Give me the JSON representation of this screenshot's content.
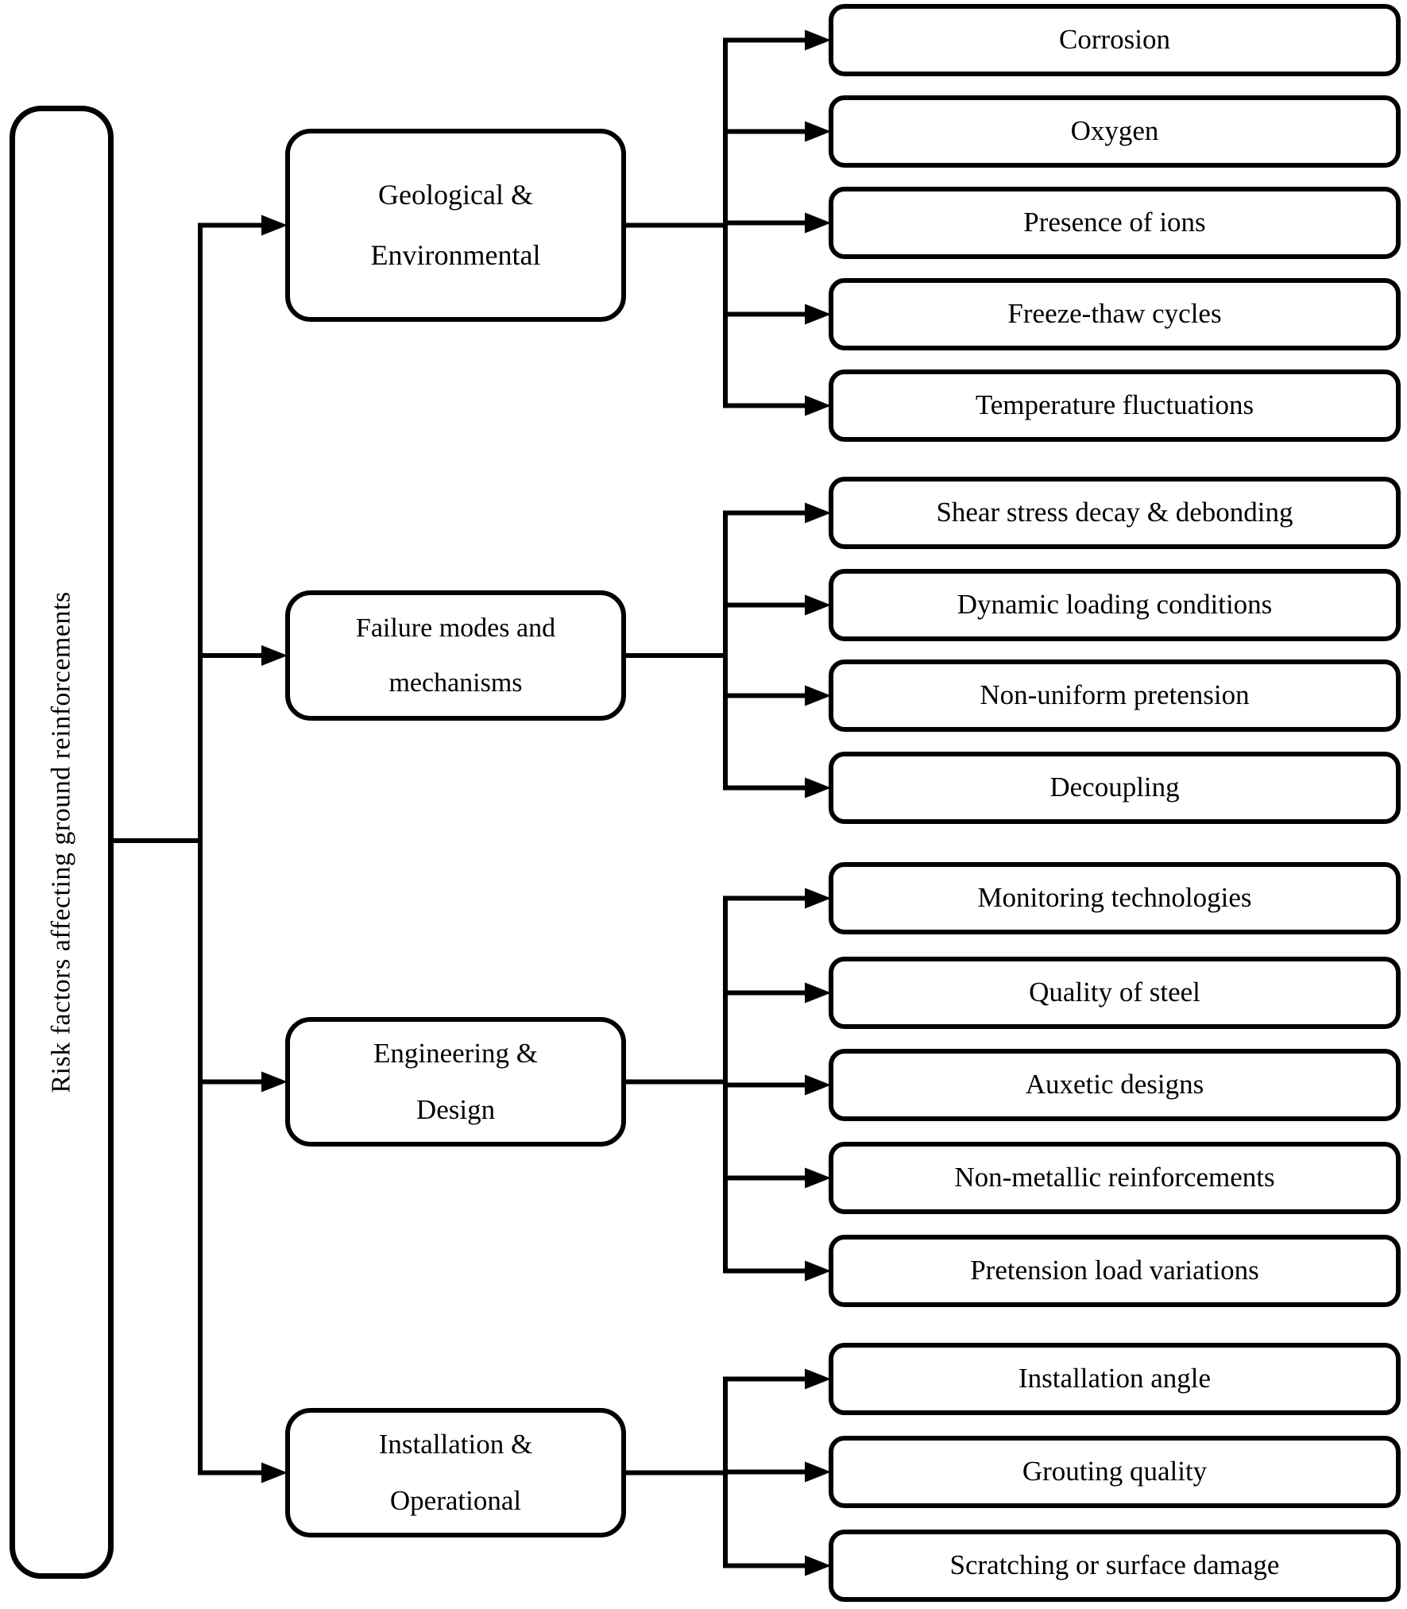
{
  "root": {
    "label": "Risk factors affecting ground reinforcements"
  },
  "groups": [
    {
      "line1": "Geological &",
      "line2": "Environmental",
      "children": [
        "Corrosion",
        "Oxygen",
        "Presence of ions",
        "Freeze-thaw cycles",
        "Temperature fluctuations"
      ]
    },
    {
      "line1": "Failure modes and",
      "line2": "mechanisms",
      "children": [
        "Shear stress decay & debonding",
        "Dynamic loading conditions",
        "Non-uniform pretension",
        "Decoupling"
      ]
    },
    {
      "line1": "Engineering &",
      "line2": "Design",
      "children": [
        "Monitoring technologies",
        "Quality of steel",
        "Auxetic designs",
        "Non-metallic reinforcements",
        "Pretension load variations"
      ]
    },
    {
      "line1": "Installation &",
      "line2": "Operational",
      "children": [
        "Installation angle",
        "Grouting quality",
        "Scratching or surface damage"
      ]
    }
  ],
  "colors": {
    "line": "#000000",
    "node_border": "#000000",
    "node_fill": "#ffffff",
    "background": "#ffffff"
  }
}
